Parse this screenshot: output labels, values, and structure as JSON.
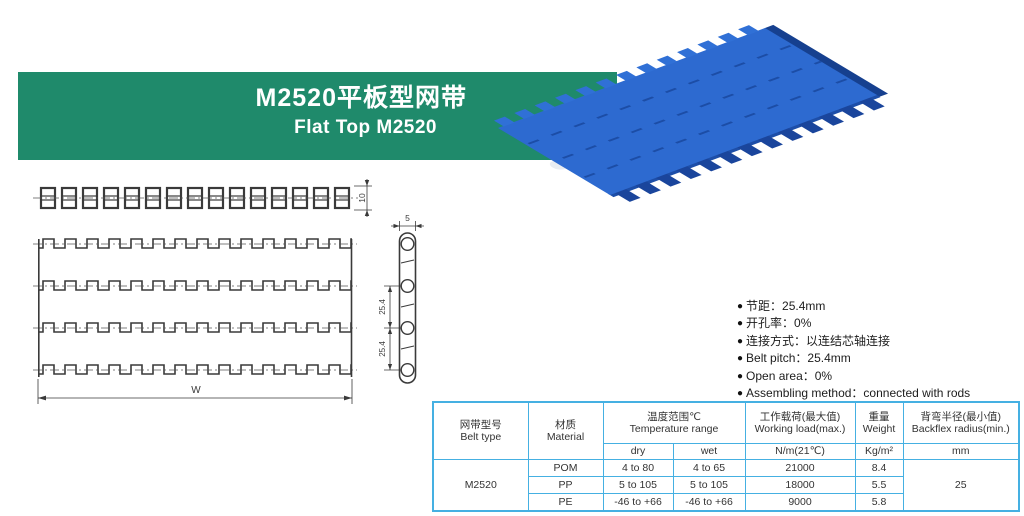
{
  "banner": {
    "title_zh": "M2520平板型网带",
    "title_en": "Flat Top M2520"
  },
  "specs": {
    "bullet": "●",
    "items": [
      "节距：25.4mm",
      "开孔率：0%",
      "连接方式：以连结芯轴连接",
      "Belt pitch：25.4mm",
      "Open area：0%",
      "Assembling method：connected with rods"
    ]
  },
  "drawings": {
    "edge_thickness": "10",
    "belt_width_label": "W",
    "slat_width": "5",
    "pitch_upper": "25.4",
    "pitch_lower": "25.4"
  },
  "table": {
    "headers": {
      "belt_type_zh": "网带型号",
      "belt_type_en": "Belt type",
      "material_zh": "材质",
      "material_en": "Material",
      "temp_zh": "温度范围℃",
      "temp_en": "Temperature range",
      "dry": "dry",
      "wet": "wet",
      "load_zh": "工作载荷(最大值)",
      "load_en": "Working load(max.)",
      "load_unit": "N/m(21℃)",
      "weight_zh": "重量",
      "weight_en": "Weight",
      "weight_unit": "Kg/m²",
      "backflex_zh": "背弯半径(最小值)",
      "backflex_en": "Backflex radius(min.)",
      "backflex_unit": "mm"
    },
    "belt_type": "M2520",
    "backflex_value": "25",
    "rows": [
      {
        "material": "POM",
        "dry": "4 to 80",
        "wet": "4 to 65",
        "load": "21000",
        "weight": "8.4"
      },
      {
        "material": "PP",
        "dry": "5 to 105",
        "wet": "5 to 105",
        "load": "18000",
        "weight": "5.5"
      },
      {
        "material": "PE",
        "dry": "-46 to +66",
        "wet": "-46 to +66",
        "load": "9000",
        "weight": "5.8"
      }
    ]
  },
  "colors": {
    "banner_green": "#1f8a6b",
    "table_border": "#45b0e2",
    "belt_blue": "#2d6ad0",
    "drawing_line": "#3a3a3a"
  }
}
